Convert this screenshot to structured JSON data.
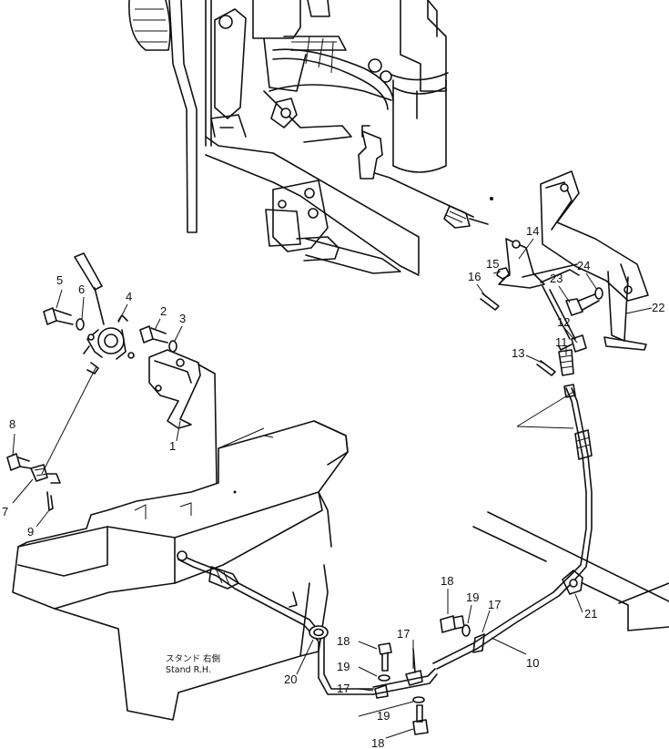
{
  "caption": {
    "jp": "スタンド 右側",
    "en": "Stand R.H."
  },
  "callouts": {
    "c1": "1",
    "c2": "2",
    "c3": "3",
    "c4": "4",
    "c5": "5",
    "c6": "6",
    "c7": "7",
    "c8": "8",
    "c9": "9",
    "c10": "10",
    "c11": "11",
    "c12": "12",
    "c13": "13",
    "c14": "14",
    "c15": "15",
    "c16": "16",
    "c17a": "17",
    "c17b": "17",
    "c17c": "17",
    "c18a": "18",
    "c18b": "18",
    "c18c": "18",
    "c19a": "19",
    "c19b": "19",
    "c19c": "19",
    "c20": "20",
    "c21": "21",
    "c22": "22",
    "c23": "23",
    "c24": "24"
  }
}
